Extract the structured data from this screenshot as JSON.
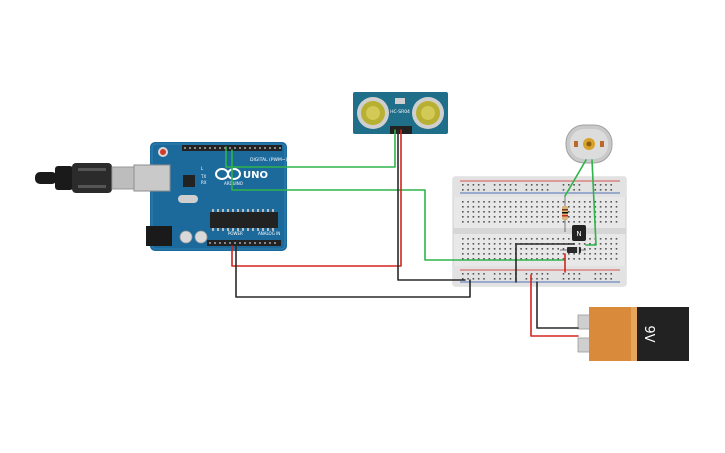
{
  "arduino": {
    "brand": "UNO",
    "board_label": "ARDUINO",
    "digital_label": "DIGITAL (PWM~)",
    "power_label": "POWER",
    "analog_label": "ANALOG IN",
    "tx_label": "TX",
    "rx_label": "RX",
    "led_label": "L"
  },
  "sensor": {
    "model": "HC-SR04"
  },
  "transistor": {
    "label": "N"
  },
  "battery": {
    "label": "9V"
  },
  "colors": {
    "wire_green": "#2fb34a",
    "wire_red": "#d3251f",
    "wire_black": "#2a2a2a",
    "arduino_blue": "#1c6a9c",
    "sensor_blue": "#1f6f8a",
    "battery_orange": "#d98a3a",
    "battery_black": "#222222",
    "breadboard": "#e8e8e8"
  }
}
